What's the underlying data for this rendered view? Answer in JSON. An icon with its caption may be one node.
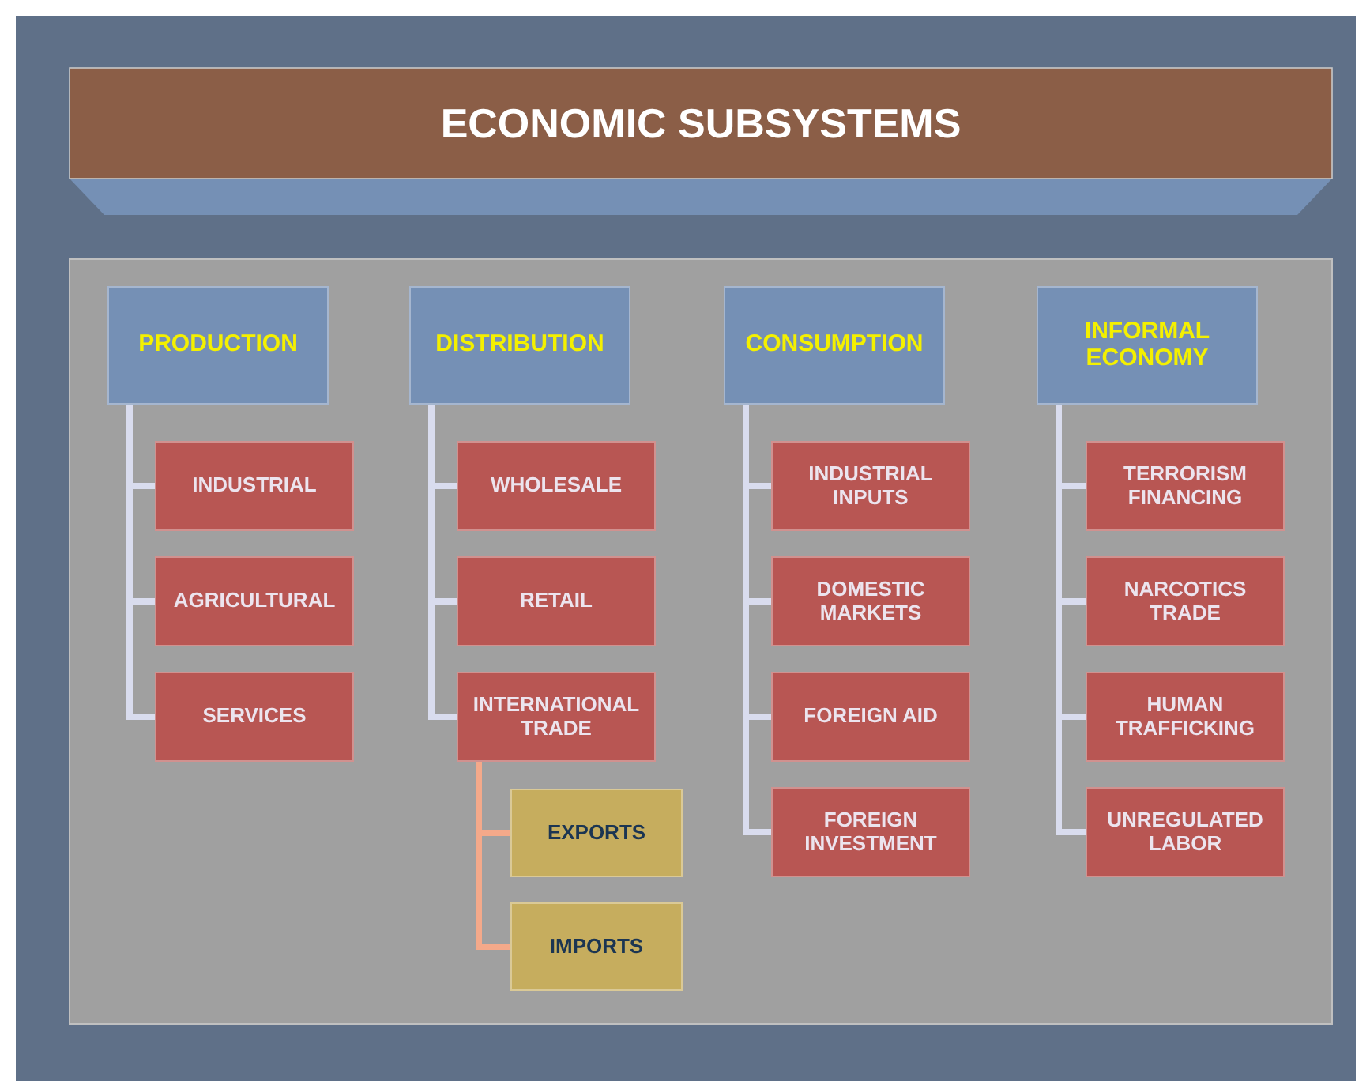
{
  "diagram": {
    "title": "ECONOMIC SUBSYSTEMS",
    "nodes": [
      {
        "text": [
          "PRODUCTION"
        ]
      },
      {
        "text": [
          "INDUSTRIAL"
        ]
      },
      {
        "text": [
          "AGRICULTURAL"
        ]
      },
      {
        "text": [
          "SERVICES"
        ]
      },
      {
        "text": [
          "DISTRIBUTION"
        ]
      },
      {
        "text": [
          "WHOLESALE"
        ]
      },
      {
        "text": [
          "RETAIL"
        ]
      },
      {
        "text": [
          "INTERNATIONAL TRADE"
        ]
      },
      {
        "text": [
          "EXPORTS"
        ]
      },
      {
        "text": [
          "IMPORTS"
        ]
      },
      {
        "text": [
          "CONSUMPTION"
        ]
      },
      {
        "text": [
          "INDUSTRIAL INPUTS"
        ]
      },
      {
        "text": [
          "DOMESTIC MARKETS"
        ]
      },
      {
        "text": [
          "FOREIGN AID"
        ]
      },
      {
        "text": [
          "FOREIGN INVESTMENT"
        ]
      },
      {
        "text": [
          "INFORMAL ECONOMY"
        ]
      },
      {
        "text": [
          "TERRORISM FINANCING"
        ]
      },
      {
        "text": [
          "NARCOTICS TRADE"
        ]
      },
      {
        "text": [
          "HUMAN TRAFFICKING"
        ]
      },
      {
        "text": [
          "UNREGULATED LABOR"
        ]
      }
    ],
    "edges": [
      {
        "from": 0,
        "to": 1,
        "arrow": "none"
      },
      {
        "from": 0,
        "to": 2,
        "arrow": "none"
      },
      {
        "from": 0,
        "to": 3,
        "arrow": "none"
      },
      {
        "from": 4,
        "to": 5,
        "arrow": "none"
      },
      {
        "from": 4,
        "to": 6,
        "arrow": "none"
      },
      {
        "from": 4,
        "to": 7,
        "arrow": "none"
      },
      {
        "from": 7,
        "to": 8,
        "arrow": "none",
        "color": "#f4a98a"
      },
      {
        "from": 7,
        "to": 9,
        "arrow": "none",
        "color": "#f4a98a"
      },
      {
        "from": 10,
        "to": 11,
        "arrow": "none"
      },
      {
        "from": 10,
        "to": 12,
        "arrow": "none"
      },
      {
        "from": 10,
        "to": 13,
        "arrow": "none"
      },
      {
        "from": 10,
        "to": 14,
        "arrow": "none"
      },
      {
        "from": 15,
        "to": 16,
        "arrow": "none"
      },
      {
        "from": 15,
        "to": 17,
        "arrow": "none"
      },
      {
        "from": 15,
        "to": 18,
        "arrow": "none"
      },
      {
        "from": 15,
        "to": 19,
        "arrow": "none"
      }
    ]
  }
}
